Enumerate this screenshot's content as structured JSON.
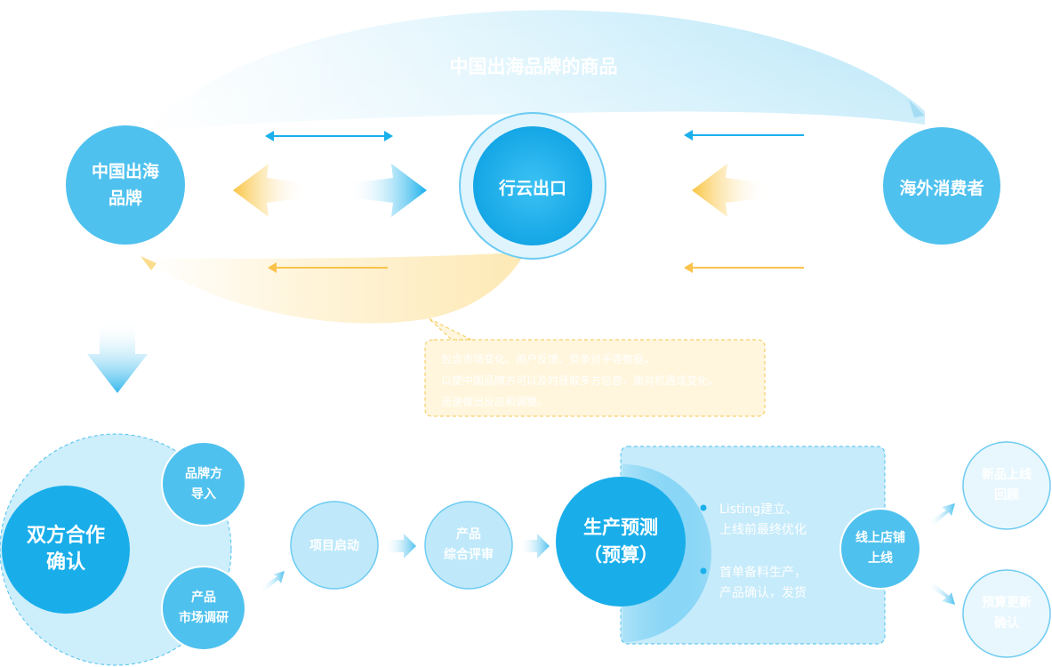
{
  "top": {
    "arc_label": "中国出海品牌的商品",
    "nodes": {
      "brand": "中国出海\n品牌",
      "center": "行云出口",
      "consumer": "海外消费者"
    },
    "note_lines": [
      "包含市场变化、用户反馈、竞争对手等数据，",
      "以便中国品牌方可以及时获取多方信息，面对机遇或变化，",
      "迅速做出反应和调整。"
    ]
  },
  "bottom": {
    "cooperation": "双方合作\n确认",
    "brand_import": "品牌方\n导入",
    "market_research": "产品\n市场调研",
    "project_start": "项目启动",
    "product_review": "产品\n综合评审",
    "forecast": "生产预测\n（预算）",
    "forecast_bullets": [
      "Listing建立、\n上线前最终优化",
      "首单备料生产，\n产品确认，发货"
    ],
    "online_launch": "线上店铺\n上线",
    "new_review": "新品上线\n回顾",
    "budget_update": "预算更新\n确认"
  },
  "colors": {
    "blue": "#1ab0ec",
    "light_blue": "#63c8f2",
    "pale_blue": "#cdeefb",
    "yellow": "#f8c94a",
    "orange_arrow": "#fbc24b"
  }
}
